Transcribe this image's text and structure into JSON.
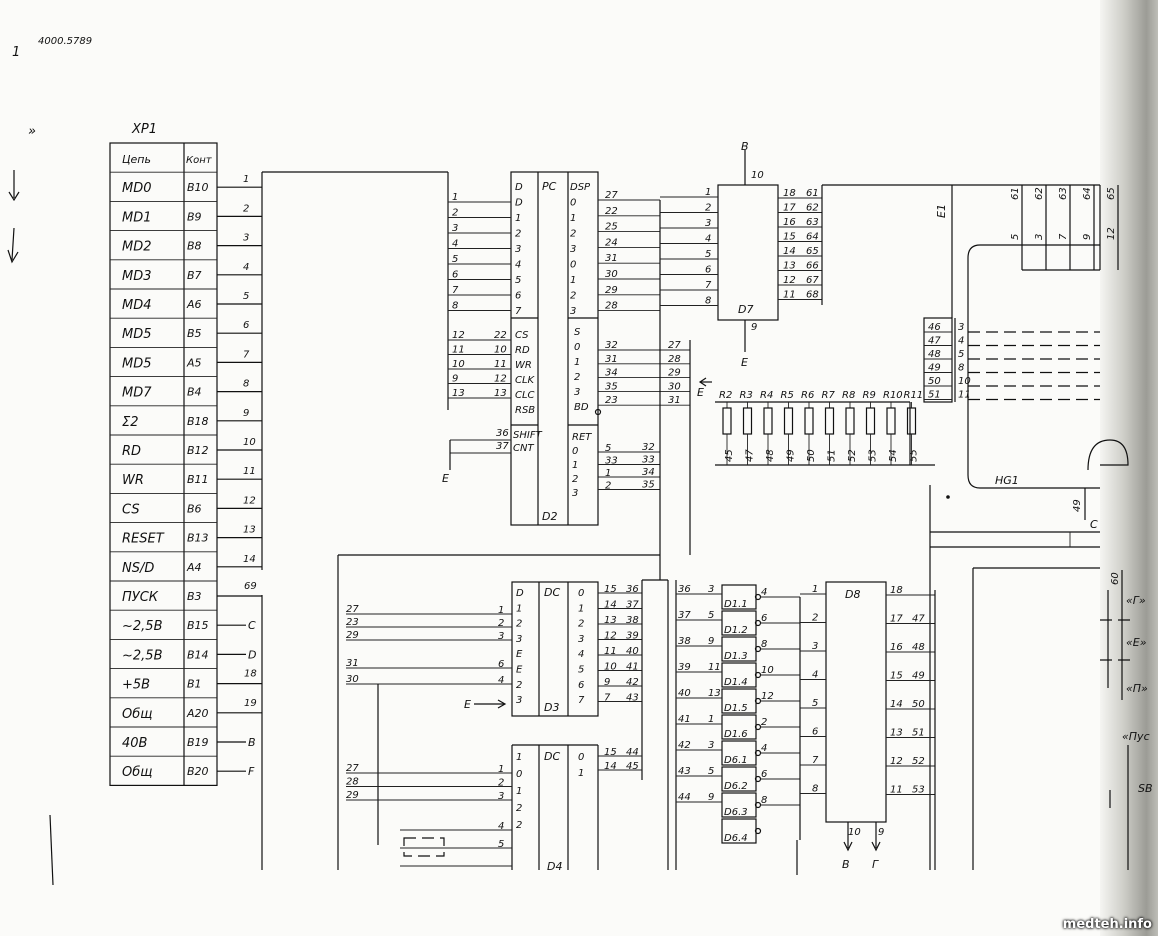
{
  "doc": {
    "page_mark": "1",
    "corner_scribble": "4000.5789",
    "watermark": "medteh.info"
  },
  "connector": {
    "name": "XP1",
    "header": [
      "Цепь",
      "Конт"
    ],
    "rows": [
      {
        "signal": "MD0",
        "pin": "B10",
        "wire": "1"
      },
      {
        "signal": "MD1",
        "pin": "B9",
        "wire": "2"
      },
      {
        "signal": "MD2",
        "pin": "B8",
        "wire": "3"
      },
      {
        "signal": "MD3",
        "pin": "B7",
        "wire": "4"
      },
      {
        "signal": "MD4",
        "pin": "A6",
        "wire": "5"
      },
      {
        "signal": "MD5",
        "pin": "B5",
        "wire": "6"
      },
      {
        "signal": "MD5",
        "pin": "A5",
        "wire": "7"
      },
      {
        "signal": "MD7",
        "pin": "B4",
        "wire": "8"
      },
      {
        "signal": "Σ2",
        "pin": "B18",
        "wire": "9"
      },
      {
        "signal": "RD",
        "pin": "B12",
        "wire": "10"
      },
      {
        "signal": "WR",
        "pin": "B11",
        "wire": "11"
      },
      {
        "signal": "CS",
        "pin": "B6",
        "wire": "12"
      },
      {
        "signal": "RESET",
        "pin": "B13",
        "wire": "13"
      },
      {
        "signal": "NS/D",
        "pin": "A4",
        "wire": "14"
      },
      {
        "signal": "ПУСК",
        "pin": "B3",
        "wire": "69"
      },
      {
        "signal": "~2,5B",
        "pin": "B15",
        "wire": "C"
      },
      {
        "signal": "~2,5B",
        "pin": "B14",
        "wire": "D"
      },
      {
        "signal": "+5B",
        "pin": "B1",
        "wire": "18"
      },
      {
        "signal": "Общ",
        "pin": "A20",
        "wire": "19"
      },
      {
        "signal": "40B",
        "pin": "B19",
        "wire": "B"
      },
      {
        "signal": "Общ",
        "pin": "B20",
        "wire": "F"
      }
    ]
  },
  "d2": {
    "name": "D2",
    "type": "PC",
    "left_pins": [
      "D",
      "D",
      "1",
      "2",
      "3",
      "4",
      "5",
      "6",
      "7"
    ],
    "in_nums": [
      "1",
      "2",
      "3",
      "4",
      "5",
      "6",
      "7",
      "8"
    ],
    "right_labels": [
      "DSP",
      "0",
      "1",
      "2",
      "3",
      "0",
      "1",
      "2",
      "3"
    ],
    "right_nums": [
      "27",
      "22",
      "25",
      "24",
      "31",
      "30",
      "29",
      "28"
    ],
    "ctrl_pins": [
      "CS",
      "RD",
      "WR",
      "CLK",
      "CLC",
      "RSB"
    ],
    "ctrl_nums": [
      "12",
      "11",
      "10",
      "9",
      "13"
    ],
    "ctrl_in_nums": [
      "22",
      "10",
      "11",
      "12",
      "13"
    ],
    "s_labels": [
      "S",
      "0",
      "1",
      "2",
      "3",
      "BD"
    ],
    "s_nums": [
      "32",
      "31",
      "34",
      "35",
      "23"
    ],
    "s_out_nums": [
      "27",
      "28",
      "29",
      "30",
      "31"
    ],
    "shift_labels": [
      "SHIFT",
      "CNT"
    ],
    "shift_nums": [
      "36",
      "37"
    ],
    "ret_labels": [
      "RET",
      "0",
      "1",
      "2",
      "3"
    ],
    "ret_nums": [
      "5",
      "33",
      "1",
      "2"
    ],
    "ret_out_nums": [
      "32",
      "33",
      "34",
      "35"
    ],
    "e_label": "E"
  },
  "d7": {
    "name": "D7",
    "top_pin": "10",
    "top_label": "B",
    "bottom_pin": "9",
    "bottom_label": "E",
    "in_pins": [
      "1",
      "2",
      "3",
      "4",
      "5",
      "6",
      "7",
      "8"
    ],
    "out_pins": [
      "18",
      "17",
      "16",
      "15",
      "14",
      "13",
      "12",
      "11"
    ],
    "out_nets": [
      "61",
      "62",
      "63",
      "64",
      "65",
      "66",
      "67",
      "68"
    ]
  },
  "resistors": {
    "e_label": "E",
    "labels": [
      "R2",
      "R3",
      "R4",
      "R5",
      "R6",
      "R7",
      "R8",
      "R9",
      "R10",
      "R11"
    ],
    "nums": [
      "45",
      "47",
      "48",
      "49",
      "50",
      "51",
      "52",
      "53",
      "54",
      "55"
    ]
  },
  "e1": {
    "name": "E1",
    "in_labels": [
      "46",
      "47",
      "48",
      "49",
      "50",
      "51"
    ],
    "pins": [
      "3",
      "4",
      "5",
      "8",
      "10",
      "11"
    ]
  },
  "hg1": {
    "name": "HG1",
    "top_nets": [
      "61",
      "62",
      "63",
      "64",
      "65"
    ],
    "top_pins": [
      "5",
      "3",
      "7",
      "9",
      "12"
    ],
    "pin_49": "49",
    "pin_label": "C"
  },
  "d3": {
    "name": "D3",
    "type": "DC",
    "in_labels": [
      "D",
      "1",
      "2",
      "3",
      "E",
      "E",
      "2",
      "3"
    ],
    "in_nums": [
      "27",
      "23",
      "29",
      "31",
      "30"
    ],
    "in_pin_nums": [
      "1",
      "2",
      "3",
      "6",
      "4",
      "5"
    ],
    "out_labels": [
      "0",
      "1",
      "2",
      "3",
      "4",
      "5",
      "6",
      "7"
    ],
    "out_pins": [
      "15",
      "14",
      "13",
      "12",
      "11",
      "10",
      "9",
      "7"
    ],
    "out_nets": [
      "36",
      "37",
      "38",
      "39",
      "40",
      "41",
      "42",
      "43"
    ],
    "e_label": "E"
  },
  "d4": {
    "name": "D4",
    "type": "DC",
    "in_labels": [
      "1",
      "0",
      "1",
      "2",
      "2"
    ],
    "in_nums": [
      "27",
      "28",
      "29"
    ],
    "in_pin_nums": [
      "1",
      "2",
      "3",
      "4",
      "5"
    ],
    "out_labels": [
      "0",
      "1"
    ],
    "out_pins": [
      "15",
      "14"
    ],
    "out_nets": [
      "44",
      "45"
    ]
  },
  "gates": {
    "labels": [
      "D1.1",
      "D1.2",
      "D1.3",
      "D1.4",
      "D1.5",
      "D1.6",
      "D6.1",
      "D6.2",
      "D6.3",
      "D6.4"
    ],
    "left_nets": [
      "36",
      "37",
      "38",
      "39",
      "40",
      "41",
      "42",
      "43",
      "44"
    ],
    "left_pins": [
      "3",
      "5",
      "9",
      "11",
      "13",
      "1",
      "3",
      "5",
      "9"
    ],
    "right_pins": [
      "4",
      "6",
      "8",
      "10",
      "12",
      "2",
      "4",
      "6",
      "8"
    ]
  },
  "d8": {
    "name": "D8",
    "left_pins": [
      "1",
      "2",
      "3",
      "4",
      "5",
      "6",
      "7",
      "8"
    ],
    "right_pins": [
      "18",
      "17",
      "16",
      "15",
      "14",
      "13",
      "12",
      "11"
    ],
    "right_nets": [
      "47",
      "48",
      "49",
      "50",
      "51",
      "52",
      "53"
    ],
    "bottom_pins": [
      "10",
      "9"
    ],
    "bottom_labels": [
      "B",
      "Г"
    ]
  },
  "right_edge": {
    "labels": [
      "60",
      "«Г»",
      "«E»",
      "«П»",
      "«Пус",
      "SB"
    ]
  }
}
